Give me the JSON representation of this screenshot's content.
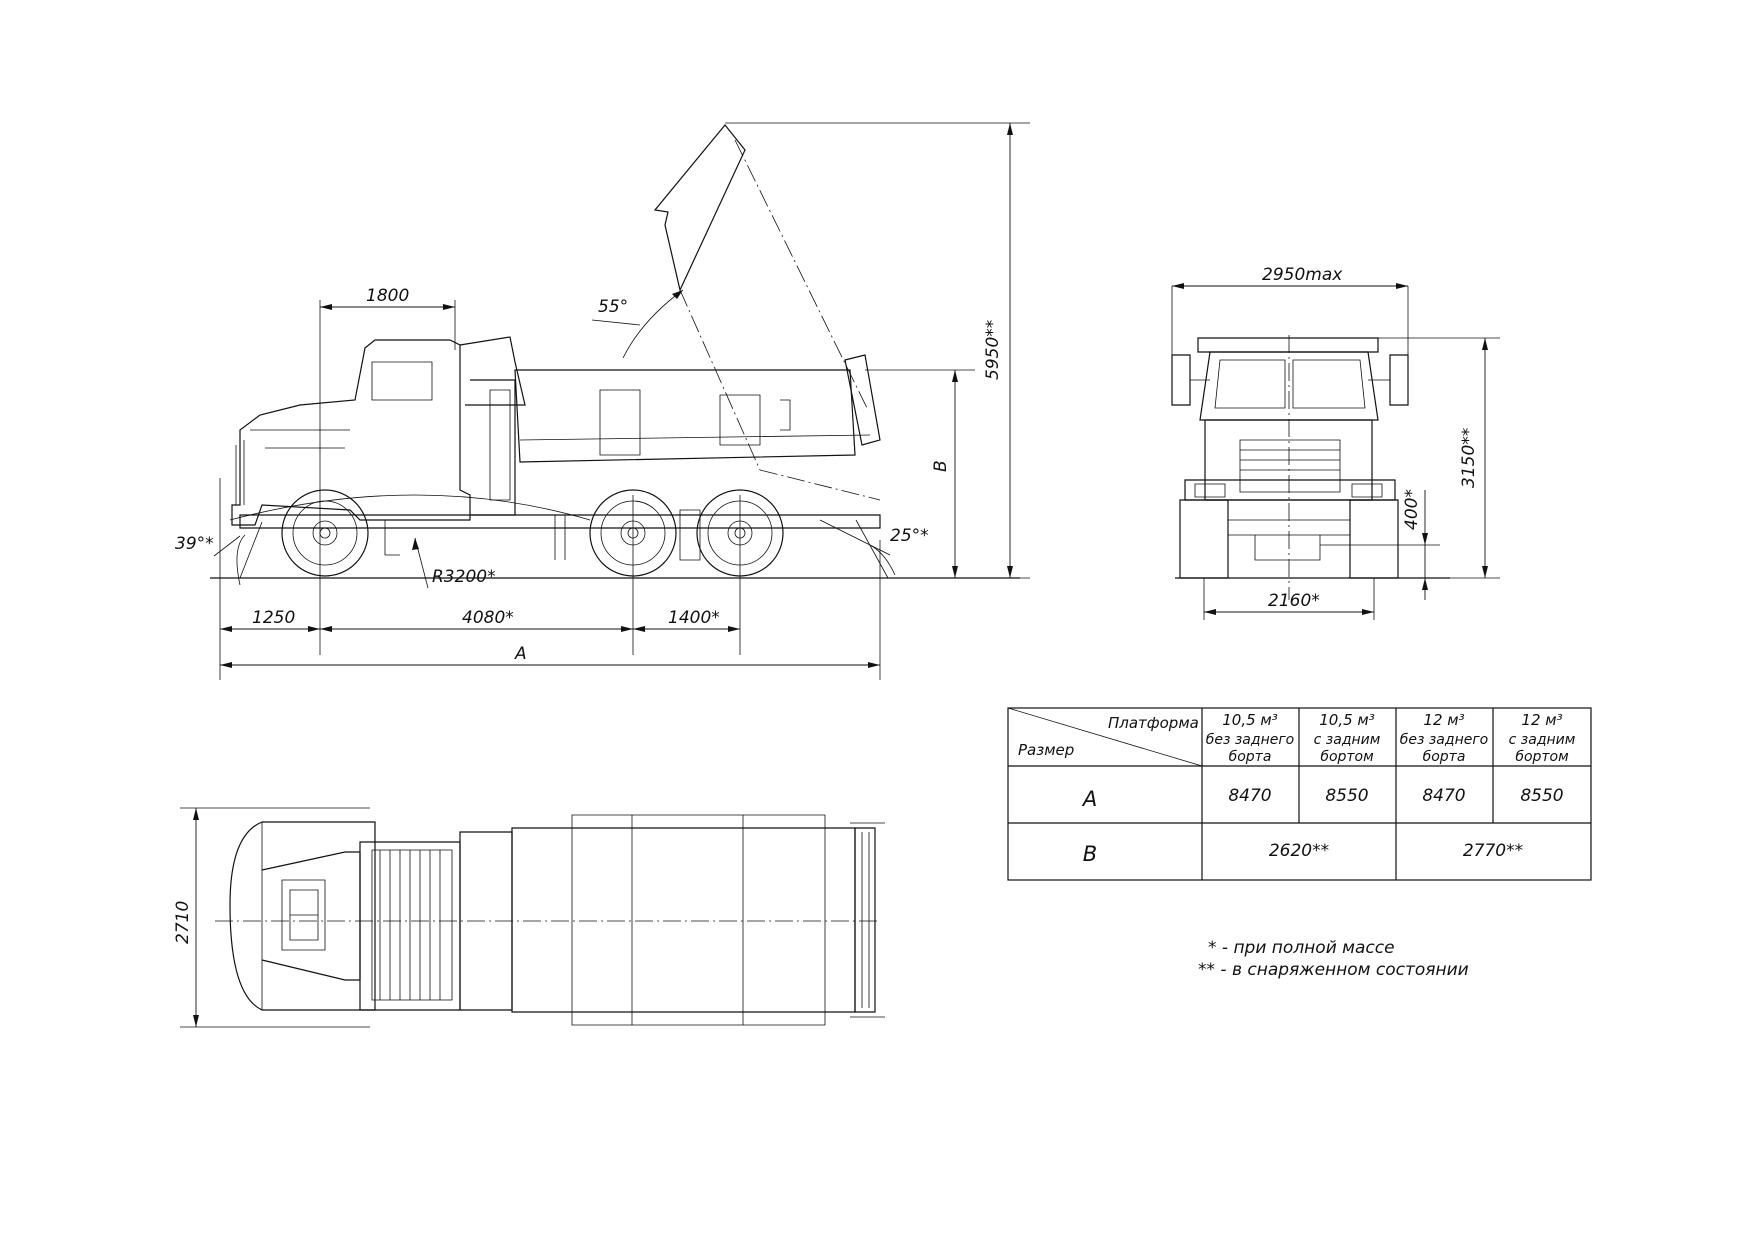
{
  "dimensions": {
    "cab_length": "1800",
    "front_overhang": "1250",
    "wheelbase": "4080*",
    "bogie_spacing": "1400*",
    "overall_length": "A",
    "approach_angle": "39°*",
    "departure_angle": "25°*",
    "ramp_radius": "R3200*",
    "tipping_angle": "55°",
    "tipped_height": "5950**",
    "body_height": "B",
    "overall_width": "2950max",
    "height": "3150**",
    "ground_clearance": "400*",
    "track": "2160*",
    "top_width": "2710"
  },
  "table": {
    "header_platform": "Платформа",
    "header_size": "Размер",
    "columns": [
      {
        "volume": "10,5 м³",
        "line2": "без заднего",
        "line3": "борта"
      },
      {
        "volume": "10,5 м³",
        "line2": "с задним",
        "line3": "бортом"
      },
      {
        "volume": "12 м³",
        "line2": "без заднего",
        "line3": "борта"
      },
      {
        "volume": "12 м³",
        "line2": "с задним",
        "line3": "бортом"
      }
    ],
    "row_a": {
      "label": "A",
      "values": [
        "8470",
        "8550",
        "8470",
        "8550"
      ]
    },
    "row_b": {
      "label": "B",
      "values": [
        "2620**",
        "2770**"
      ]
    }
  },
  "notes": [
    "* - при полной массе",
    "** - в снаряженном состоянии"
  ]
}
